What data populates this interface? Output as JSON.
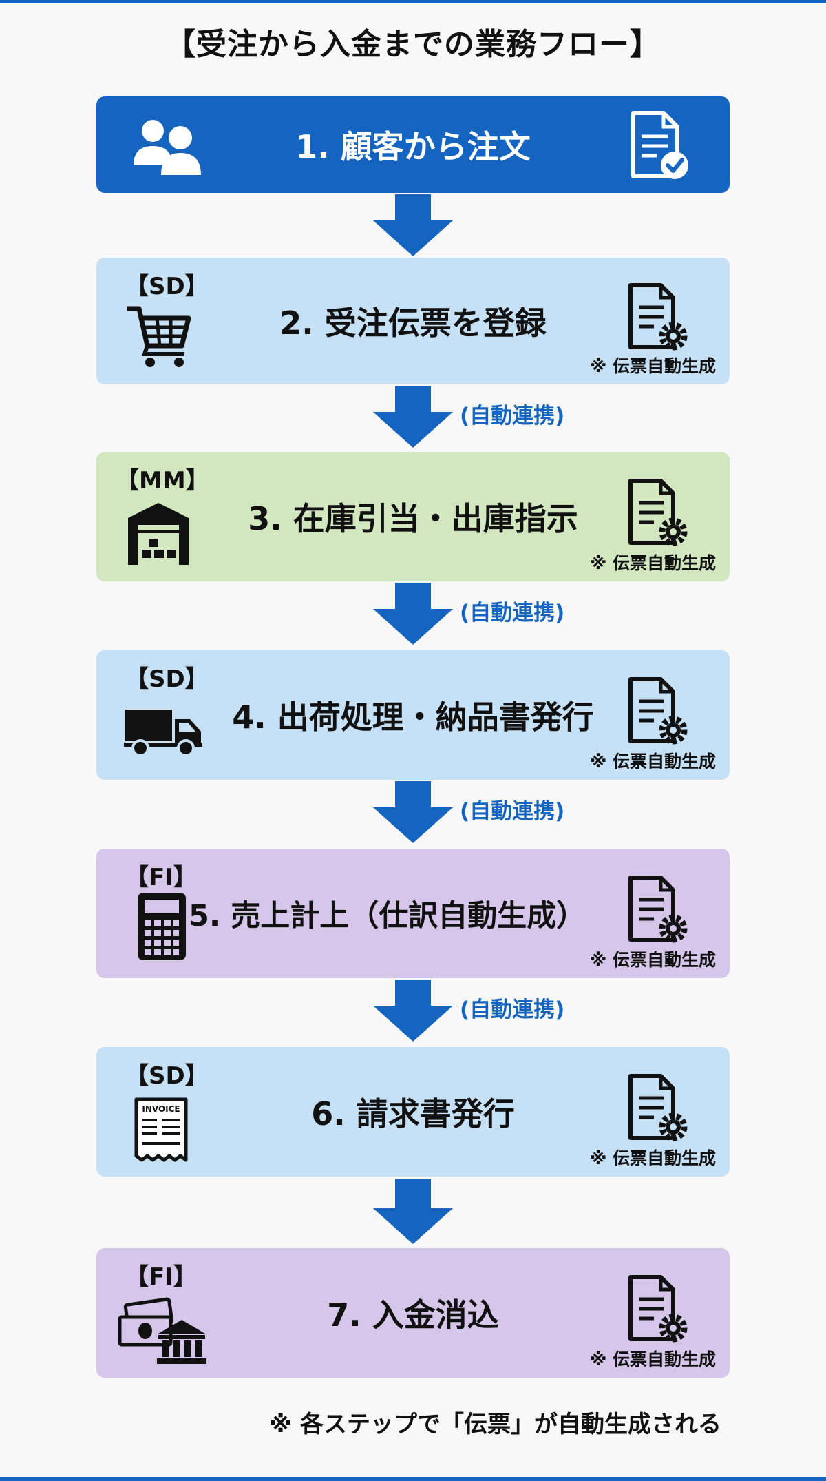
{
  "title": "【受注から入金までの業務フロー】",
  "auto_generate_note": "※ 伝票自動生成",
  "auto_link_label": "(自動連携)",
  "invoice_icon_text": "INVOICE",
  "steps": [
    {
      "label": "1. 顧客から注文",
      "tag": ""
    },
    {
      "label": "2. 受注伝票を登録",
      "tag": "【SD】"
    },
    {
      "label": "3. 在庫引当・出庫指示",
      "tag": "【MM】"
    },
    {
      "label": "4. 出荷処理・納品書発行",
      "tag": "【SD】"
    },
    {
      "label": "5. 売上計上（仕訳自動生成）",
      "tag": "【FI】"
    },
    {
      "label": "6. 請求書発行",
      "tag": "【SD】"
    },
    {
      "label": "7. 入金消込",
      "tag": "【FI】"
    }
  ],
  "footnote": "※ 各ステップで「伝票」が自動生成される",
  "colors": {
    "primary_blue": "#1565c0",
    "sd_blue": "#c6e0f5",
    "mm_green": "#d2e6c0",
    "fi_purple": "#d5c6ea"
  }
}
